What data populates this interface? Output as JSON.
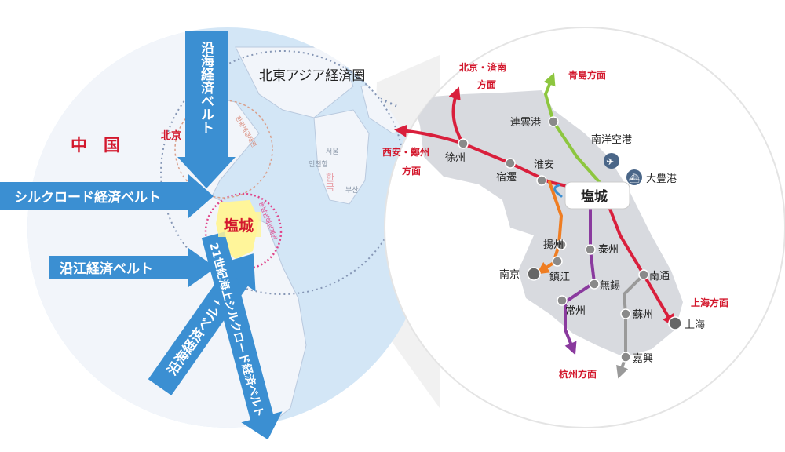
{
  "colors": {
    "sea": "#d3e6f6",
    "land": "#f2f5fa",
    "arrow": "#3b8fd2",
    "red_label": "#d3182d",
    "route_red": "#d91f3c",
    "route_green": "#8dc63f",
    "route_orange": "#ef7d22",
    "route_purple": "#8a3a9e",
    "route_gray": "#9a9a9a",
    "yancheng_yellow": "#fff59a",
    "pink_ring": "#e0458a"
  },
  "left_map": {
    "country_china": "中　国",
    "capital_label": "北京",
    "korea_label": "한국",
    "city_label": "塩城",
    "belt_ring_label": "北東アジア経済圏",
    "faint_korean": {
      "ring_top": "환황해경제권",
      "ring_pink": "동남연해경제권",
      "seoul": "서울",
      "incheon": "인천항",
      "busan": "부산"
    },
    "belts": {
      "coastal_north": "沿海経済ベルト",
      "silk_road": "シルクロード経済ベルト",
      "yangtze": "沿江経済ベルト",
      "coastal_south": "沿海経済ベルト",
      "maritime_silk": "21世紀海上シルクロード経済ベルト"
    }
  },
  "right_map": {
    "center": "塩城",
    "airport_label": "南洋空港",
    "port_label": "大豊港",
    "directions": {
      "beijing_jinan_1": "北京・済南",
      "beijing_jinan_2": "方面",
      "xian_zhengzhou_1": "西安・鄭州",
      "xian_zhengzhou_2": "方面",
      "qingdao": "青島方面",
      "shanghai": "上海方面",
      "hangzhou": "杭州方面"
    },
    "cities": {
      "lianyungang": "連雲港",
      "xuzhou": "徐州",
      "suqian": "宿遷",
      "huaian": "淮安",
      "yangzhou": "揚州",
      "taizhou": "泰州",
      "nanjing": "南京",
      "zhenjiang": "鎮江",
      "wuxi": "無錫",
      "nantong": "南通",
      "changzhou": "常州",
      "suzhou": "蘇州",
      "shanghai": "上海",
      "jiaxing": "嘉興"
    }
  }
}
